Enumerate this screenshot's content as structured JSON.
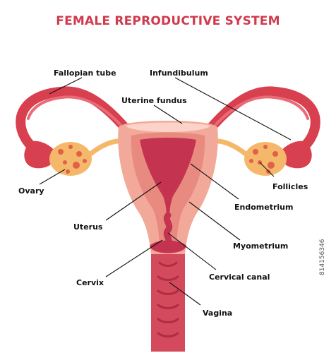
{
  "title": "FEMALE REPRODUCTIVE SYSTEM",
  "labels": {
    "fallopian_tube": "Fallopian tube",
    "infundibulum": "Infundibulum",
    "uterine_fundus": "Uterine fundus",
    "ovary": "Ovary",
    "follicles": "Follicles",
    "endometrium": "Endometrium",
    "uterus": "Uterus",
    "myometrium": "Myometrium",
    "cervical_canal": "Cervical canal",
    "cervix": "Cervix",
    "vagina": "Vagina"
  },
  "stock_id": "814156346",
  "colors": {
    "title": "#d03a4c",
    "muscle_outer": "#f2a99a",
    "muscle_inner": "#e88a80",
    "cavity": "#c43450",
    "tube": "#d9404f",
    "ovary": "#f5b86a",
    "follicle": "#e0604a",
    "fundus": "#fbd3c9"
  }
}
